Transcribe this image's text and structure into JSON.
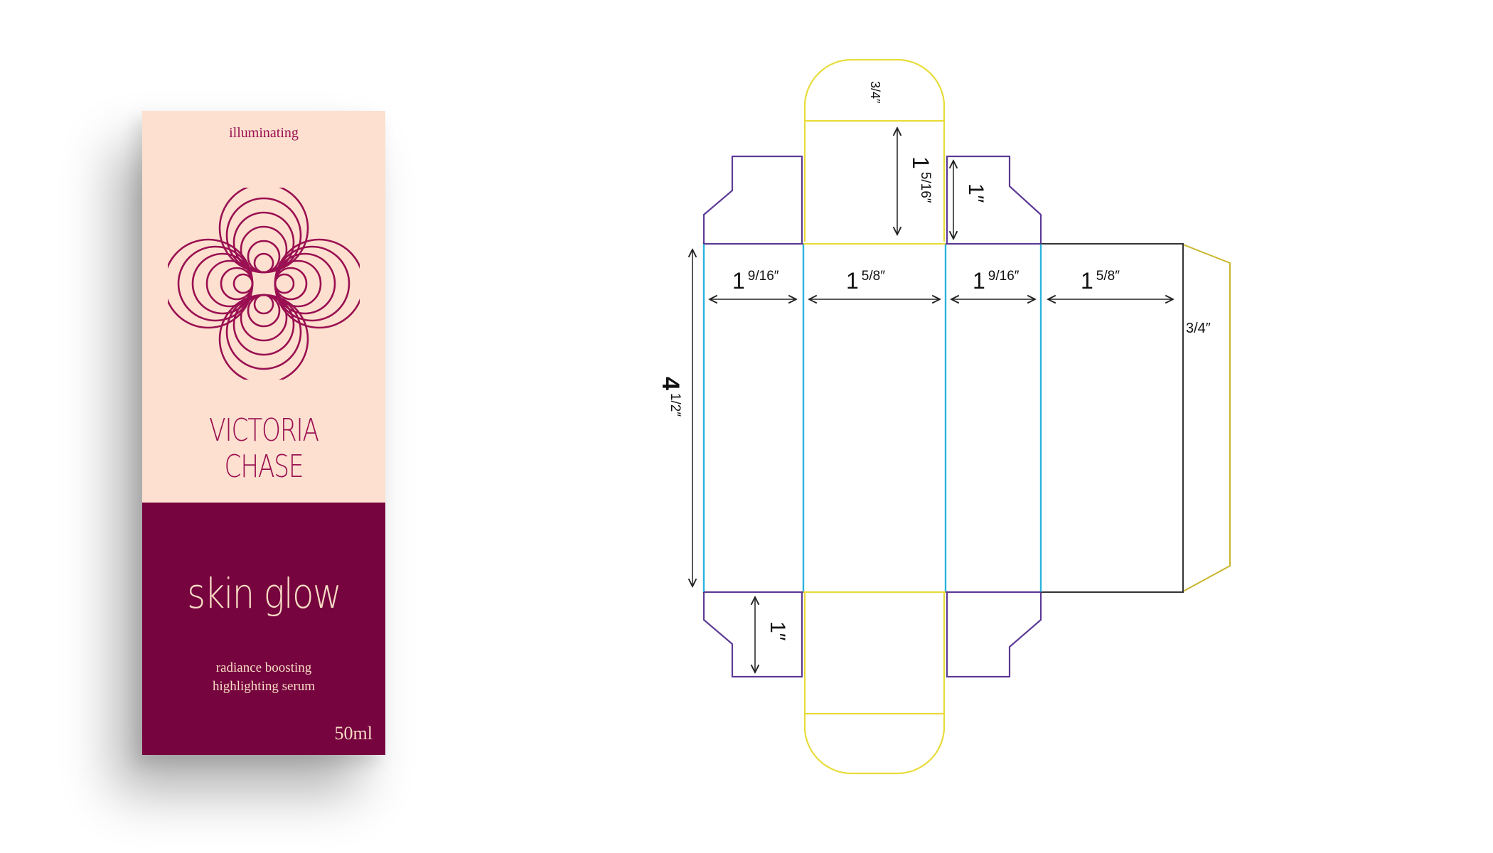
{
  "colors": {
    "peach": "#fde0cf",
    "wine": "#76043f",
    "brand_ink": "#9a1052",
    "cream": "#f8dcc4",
    "fold_cyan": "#2bb3df",
    "flap_purple": "#5c3a95",
    "tuck_yellow": "#e8dc3a",
    "glue_olive": "#c9b52a",
    "outline_dark": "#333333"
  },
  "package_front": {
    "tagline": "illuminating",
    "logo_icon": "quatrefoil-concentric-circles-icon",
    "brand_name": "VICTORIA CHASE",
    "product_name": "skin glow",
    "description_line1": "radiance boosting",
    "description_line2": "highlighting serum",
    "volume": "50ml"
  },
  "dieline": {
    "panel_widths": [
      {
        "whole": "1",
        "fraction": "9/16″"
      },
      {
        "whole": "1",
        "fraction": "5/8″"
      },
      {
        "whole": "1",
        "fraction": "9/16″"
      },
      {
        "whole": "1",
        "fraction": "5/8″"
      }
    ],
    "height": {
      "whole": "4",
      "fraction": "1/2″"
    },
    "top_tuck_label": "3/4″",
    "top_flap_depth": {
      "whole": "1",
      "fraction": "5/16″"
    },
    "dust_flap_top": "1″",
    "dust_flap_bottom": "1″",
    "glue_flap_label": "3/4″"
  }
}
